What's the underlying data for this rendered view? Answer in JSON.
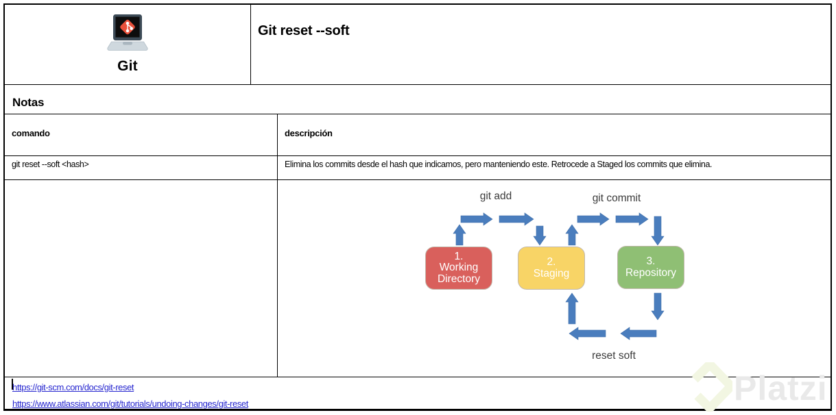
{
  "header": {
    "logo_label": "Git",
    "title": "Git reset --soft"
  },
  "notes": {
    "heading": "Notas"
  },
  "table": {
    "headers": [
      "comando",
      "descripción"
    ],
    "rows": [
      {
        "comando": "git reset --soft <hash>",
        "descripcion": "Elimina los commits desde el hash que indicamos, pero manteniendo este. Retrocede a Staged los commits que elimina."
      }
    ]
  },
  "diagram": {
    "label_git_add": "git add",
    "label_git_commit": "git commit",
    "label_reset_soft": "reset soft",
    "arrow_color": "#4a7dbd",
    "boxes": [
      {
        "label": "1.\nWorking\nDirectory",
        "color": "#d9605c"
      },
      {
        "label": "2.\nStaging",
        "color": "#f8d466"
      },
      {
        "label": "3.\nRepository",
        "color": "#8fbf74"
      }
    ]
  },
  "links": {
    "color": "#2525cf",
    "items": [
      "https://git-scm.com/docs/git-reset",
      "https://www.atlassian.com/git/tutorials/undoing-changes/git-reset"
    ]
  },
  "watermark": {
    "text": "Platzi",
    "logo_color": "#f2f6e2",
    "text_color": "#e9e9e9"
  }
}
